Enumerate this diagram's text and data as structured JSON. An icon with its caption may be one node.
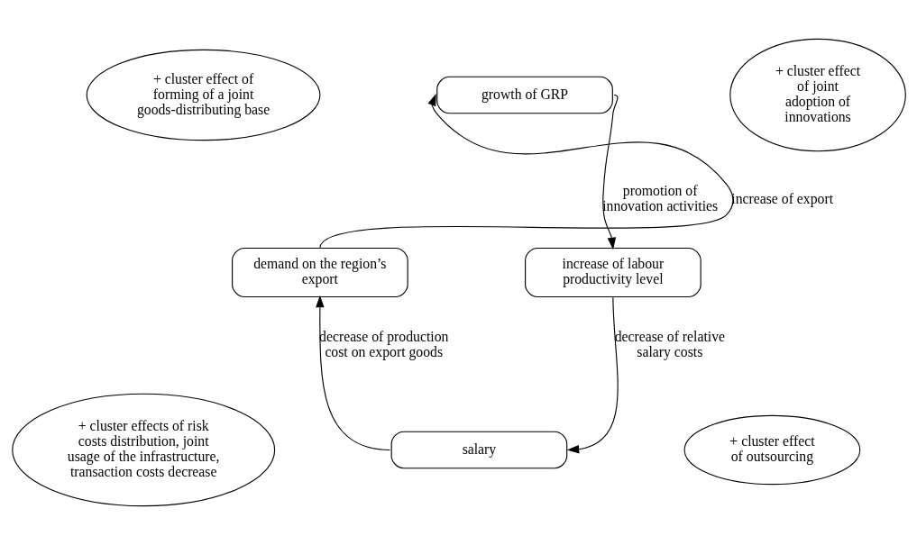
{
  "diagram": {
    "nodes": [
      {
        "text": [
          "growth of GRP"
        ]
      },
      {
        "text": [
          "increase of labour productivity level"
        ]
      },
      {
        "text": [
          "salary"
        ]
      },
      {
        "text": [
          "demand on the region’s export"
        ]
      },
      {
        "text": [
          "+ cluster effect of forming of a joint goods-distributing base"
        ]
      },
      {
        "text": [
          "+ cluster effect of joint adoption of innovations"
        ]
      },
      {
        "text": [
          "+ cluster effect of outsourcing"
        ]
      },
      {
        "text": [
          "+ cluster effects of risk costs distribution, joint usage of the infrastructure, transaction costs decrease"
        ]
      }
    ],
    "edges": [
      {
        "from": 0,
        "to": 1,
        "arrow": "to",
        "label": "promotion of innovation activities"
      },
      {
        "from": 1,
        "to": 2,
        "arrow": "to",
        "label": "decrease of relative salary costs"
      },
      {
        "from": 2,
        "to": 3,
        "arrow": "to",
        "label": "decrease of production cost on export goods"
      },
      {
        "from": 3,
        "to": 0,
        "arrow": "to",
        "label": "increase of export"
      }
    ]
  }
}
